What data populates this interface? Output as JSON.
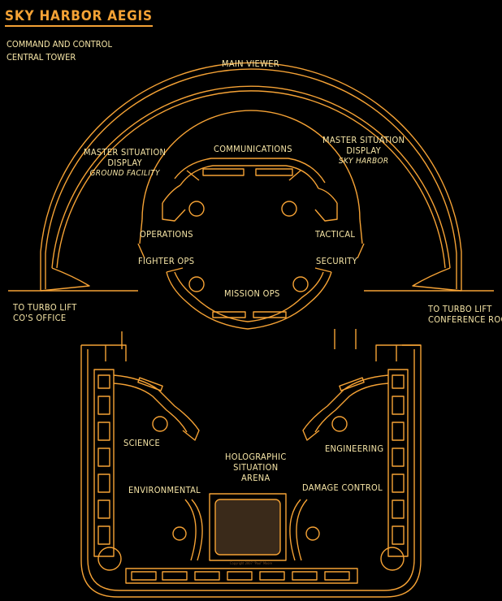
{
  "title": "SKY HARBOR AEGIS",
  "subtitle_line1": "COMMAND AND CONTROL",
  "subtitle_line2": "CENTRAL TOWER",
  "labels": {
    "main_viewer": "MAIN VIEWER",
    "msd_left_1": "MASTER SITUATION",
    "msd_left_2": "DISPLAY",
    "msd_left_3": "GROUND FACILITY",
    "msd_right_1": "MASTER SITUATION",
    "msd_right_2": "DISPLAY",
    "msd_right_3": "SKY HARBOR",
    "communications": "COMMUNICATIONS",
    "operations": "OPERATIONS",
    "tactical": "TACTICAL",
    "fighter_ops": "FIGHTER OPS",
    "security": "SECURITY",
    "mission_ops": "MISSION OPS",
    "turbo_left_1": "TO TURBO LIFT",
    "turbo_left_2": "CO'S OFFICE",
    "turbo_right_1": "TO TURBO LIFT",
    "turbo_right_2": "CONFERENCE ROOM",
    "science": "SCIENCE",
    "engineering": "ENGINEERING",
    "holo_1": "HOLOGRAPHIC",
    "holo_2": "SITUATION",
    "holo_3": "ARENA",
    "environmental": "ENVIRONMENTAL",
    "damage_control": "DAMAGE CONTROL"
  },
  "copyright": "Copyright 2007 \"Paul\" Moore",
  "colors": {
    "line": "#f5a235",
    "text": "#f6e5a6",
    "background": "#000000"
  }
}
